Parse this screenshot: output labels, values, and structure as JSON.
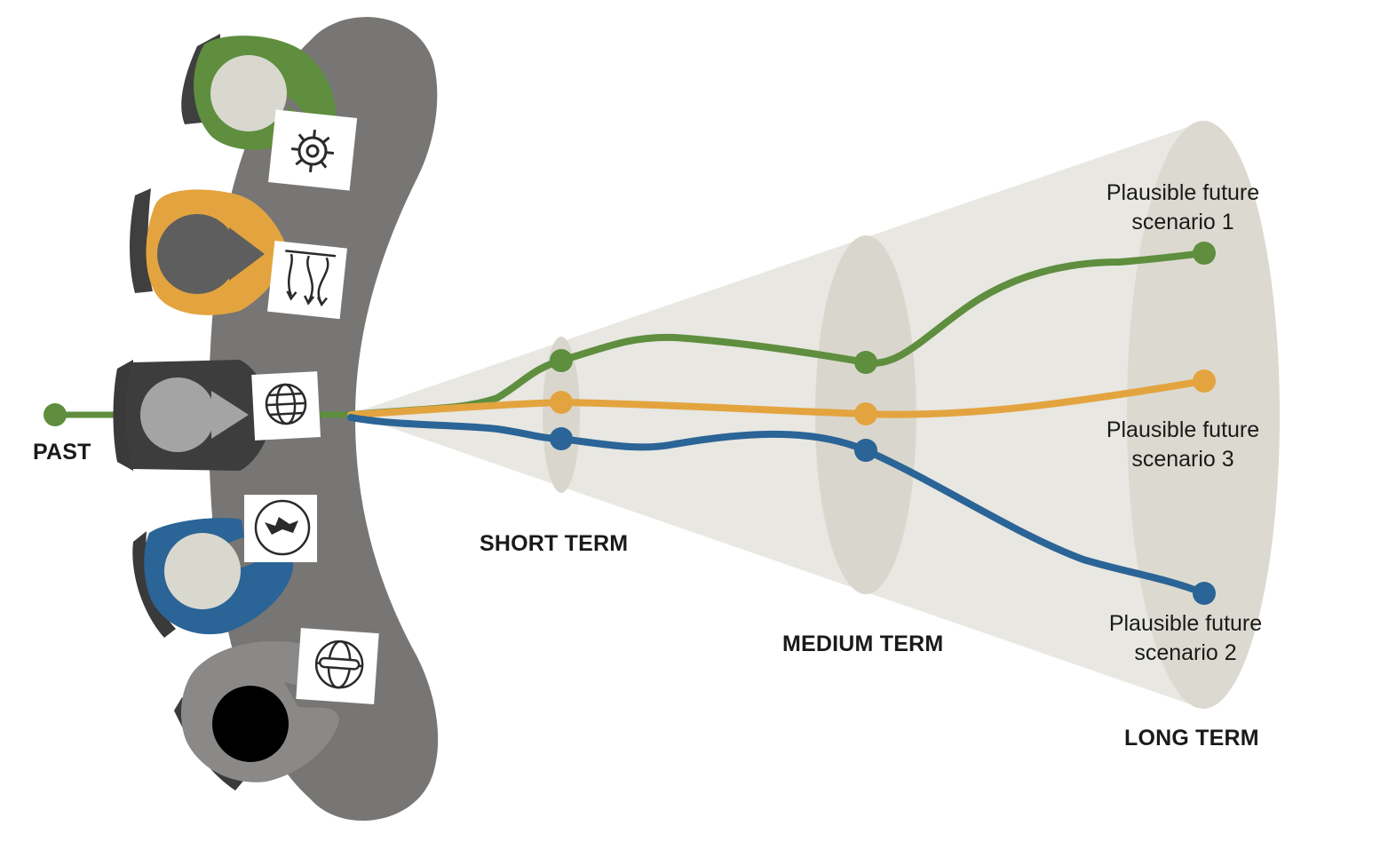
{
  "labels": {
    "past": "PAST",
    "short_term": "SHORT TERM",
    "medium_term": "MEDIUM TERM",
    "long_term": "LONG TERM"
  },
  "scenarios": [
    {
      "line1": "Plausible future",
      "line2": "scenario 1",
      "color": "#5e8e3e"
    },
    {
      "line1": "Plausible future",
      "line2": "scenario 3",
      "color": "#e3a43f"
    },
    {
      "line1": "Plausible future",
      "line2": "scenario 2",
      "color": "#2b6496"
    }
  ],
  "colors": {
    "table": "#777674",
    "cone": "#e8e7e2",
    "ring": "#d8d6cc",
    "green": "#5e8e3e",
    "orange": "#e3a43f",
    "blue": "#2b6496",
    "dark": "#3f3f3f",
    "grey_person": "#8a8988"
  },
  "icons": [
    "gear-icon",
    "branching-paths-icon",
    "globe-gear-icon",
    "cracked-earth-icon",
    "globe-thermometer-icon"
  ]
}
